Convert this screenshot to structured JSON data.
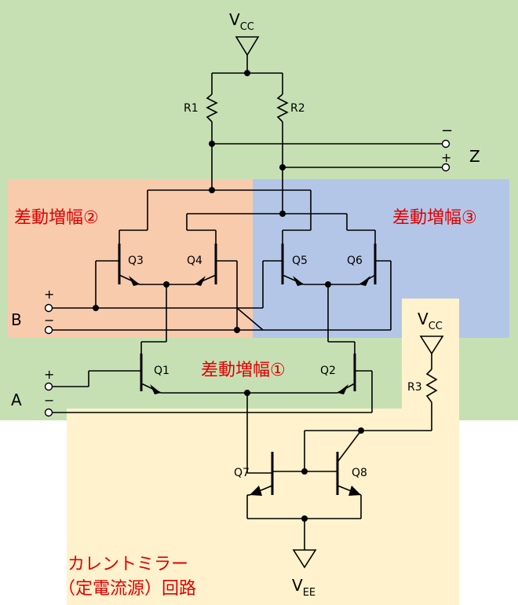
{
  "colors": {
    "green": "#c6e0b4",
    "orange": "#f8cbad",
    "blue": "#b4c6e7",
    "yellow": "#fff2cc",
    "label_red": "#e00000"
  },
  "supplies": {
    "vcc_top": {
      "main": "V",
      "sub": "CC"
    },
    "vcc_right": {
      "main": "V",
      "sub": "CC"
    },
    "vee": {
      "main": "V",
      "sub": "EE"
    }
  },
  "resistors": {
    "r1": "R1",
    "r2": "R2",
    "r3": "R3"
  },
  "transistors": {
    "q1": "Q1",
    "q2": "Q2",
    "q3": "Q3",
    "q4": "Q4",
    "q5": "Q5",
    "q6": "Q6",
    "q7": "Q7",
    "q8": "Q8"
  },
  "ports": {
    "z": {
      "name": "Z",
      "minus": "−",
      "plus": "+"
    },
    "b": {
      "name": "B",
      "plus": "+",
      "minus": "−"
    },
    "a": {
      "name": "A",
      "plus": "+",
      "minus": "−"
    }
  },
  "blocks": {
    "diff1": "差動増幅①",
    "diff2": "差動増幅②",
    "diff3": "差動増幅③",
    "mirror_line1": "カレントミラー",
    "mirror_line2": "（定電流源）回路"
  }
}
